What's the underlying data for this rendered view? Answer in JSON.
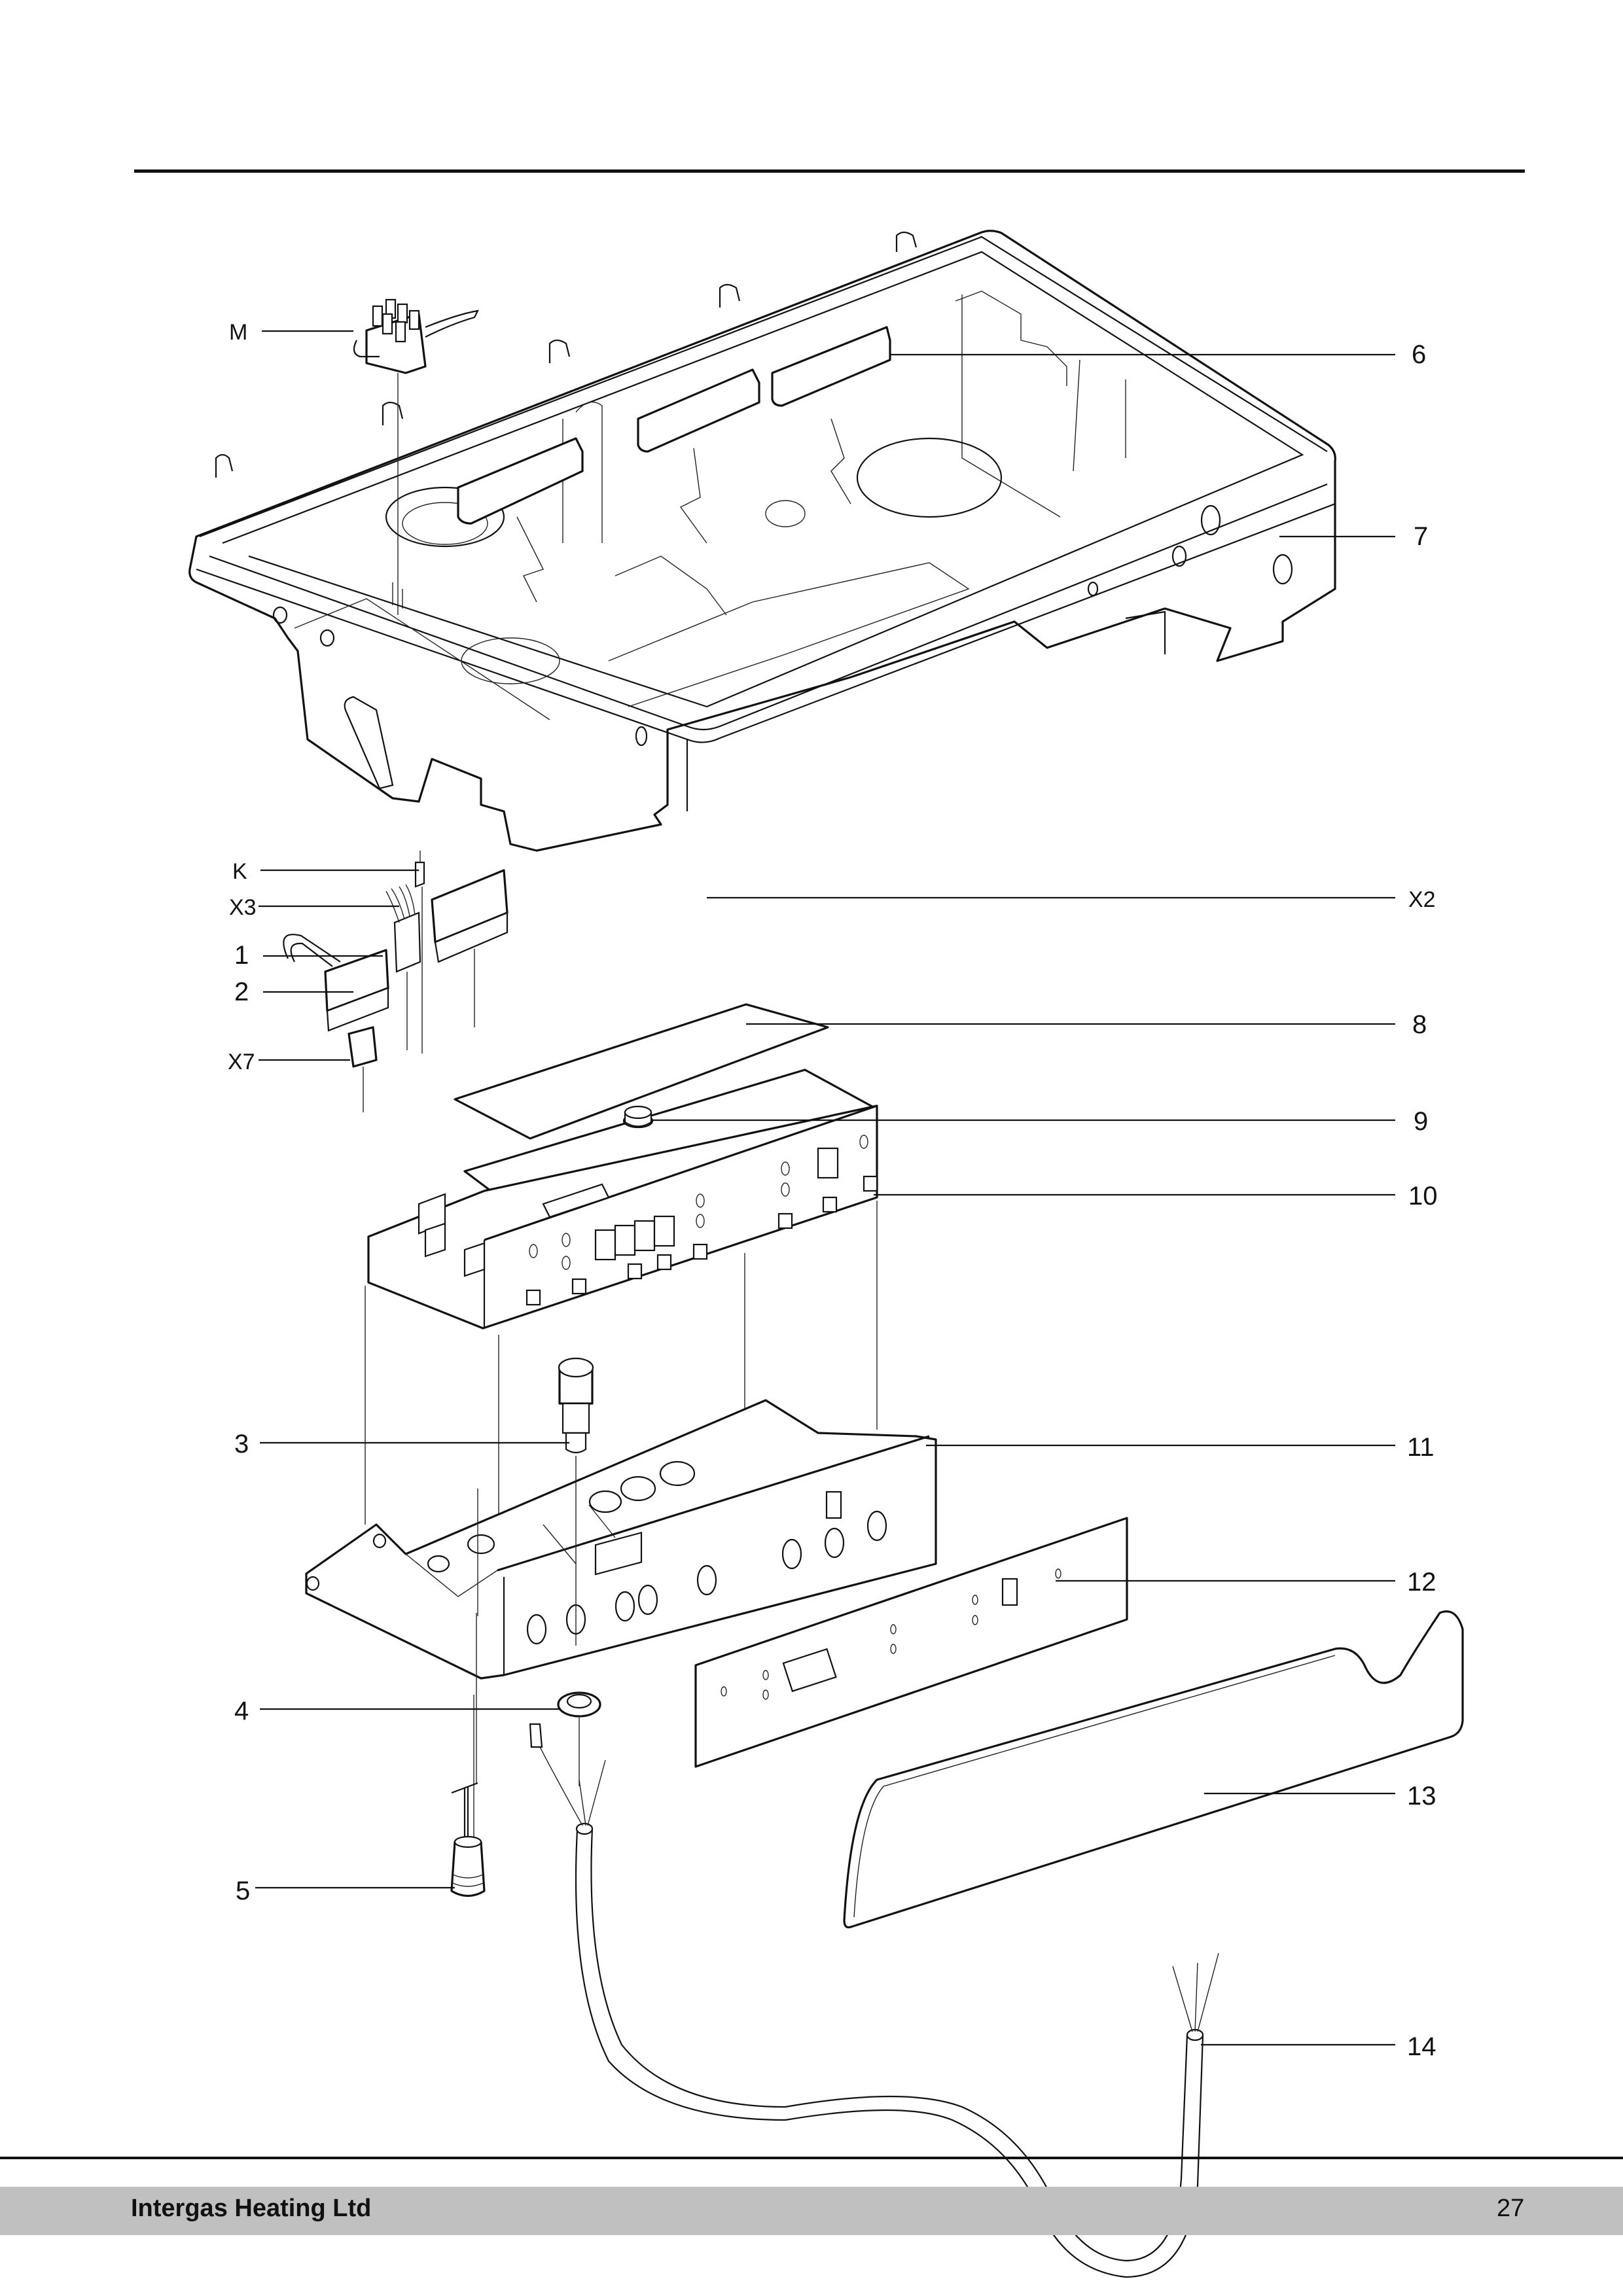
{
  "page": {
    "footer": {
      "company": "Intergas Heating Ltd",
      "page_number": "27"
    }
  },
  "diagram": {
    "title": "Exploded view: control box and casing parts",
    "callouts_left": [
      {
        "id": "M",
        "label": "M",
        "part": "terminal-block"
      },
      {
        "id": "K",
        "label": "K",
        "part": "spade-connector"
      },
      {
        "id": "X3",
        "label": "X3",
        "part": "x3-connector"
      },
      {
        "id": "1",
        "label": "1",
        "part": "wire-bridge"
      },
      {
        "id": "2",
        "label": "2",
        "part": "terminal-connector"
      },
      {
        "id": "X7",
        "label": "X7",
        "part": "x7-connector"
      },
      {
        "id": "3",
        "label": "3",
        "part": "cable-gland"
      },
      {
        "id": "4",
        "label": "4",
        "part": "gland-nut"
      },
      {
        "id": "5",
        "label": "5",
        "part": "pressure-sensor-cap"
      }
    ],
    "callouts_right": [
      {
        "id": "6",
        "label": "6",
        "part": "clips"
      },
      {
        "id": "7",
        "label": "7",
        "part": "casing-tray"
      },
      {
        "id": "X2",
        "label": "X2",
        "part": "x2-connector"
      },
      {
        "id": "8",
        "label": "8",
        "part": "insulation-sheet"
      },
      {
        "id": "9",
        "label": "9",
        "part": "button"
      },
      {
        "id": "10",
        "label": "10",
        "part": "control-pcb"
      },
      {
        "id": "11",
        "label": "11",
        "part": "control-box-frame"
      },
      {
        "id": "12",
        "label": "12",
        "part": "front-label-panel"
      },
      {
        "id": "13",
        "label": "13",
        "part": "front-cover"
      },
      {
        "id": "14",
        "label": "14",
        "part": "mains-cable"
      }
    ]
  }
}
